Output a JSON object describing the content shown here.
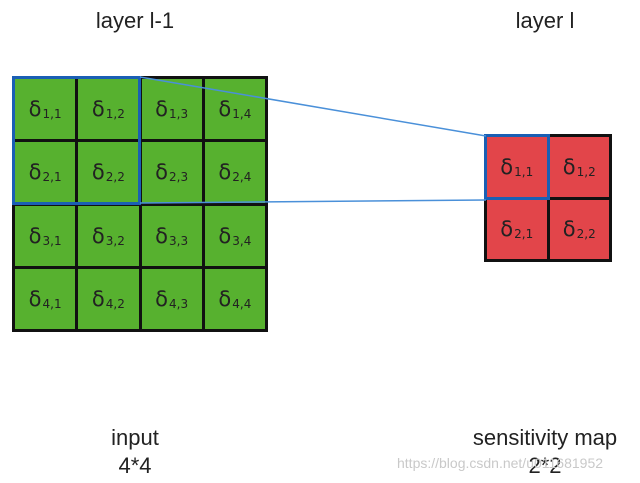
{
  "left_title": "layer l-1",
  "right_title": "layer l",
  "input_grid": [
    [
      "1,1",
      "1,2",
      "1,3",
      "1,4"
    ],
    [
      "2,1",
      "2,2",
      "2,3",
      "2,4"
    ],
    [
      "3,1",
      "3,2",
      "3,3",
      "3,4"
    ],
    [
      "4,1",
      "4,2",
      "4,3",
      "4,4"
    ]
  ],
  "sensitivity_grid": [
    [
      "1,1",
      "1,2"
    ],
    [
      "2,1",
      "2,2"
    ]
  ],
  "cell_symbol": "δ",
  "input_caption_line1": "input",
  "input_caption_line2": "4*4",
  "map_caption_line1": "sensitivity map",
  "map_caption_line2": "2*2",
  "watermark": "https://blog.csdn.net/u011681952",
  "colors": {
    "input_cell": "#57b12f",
    "map_cell": "#e2454a",
    "highlight": "#1a5fb4",
    "connector": "#4a90d9"
  }
}
